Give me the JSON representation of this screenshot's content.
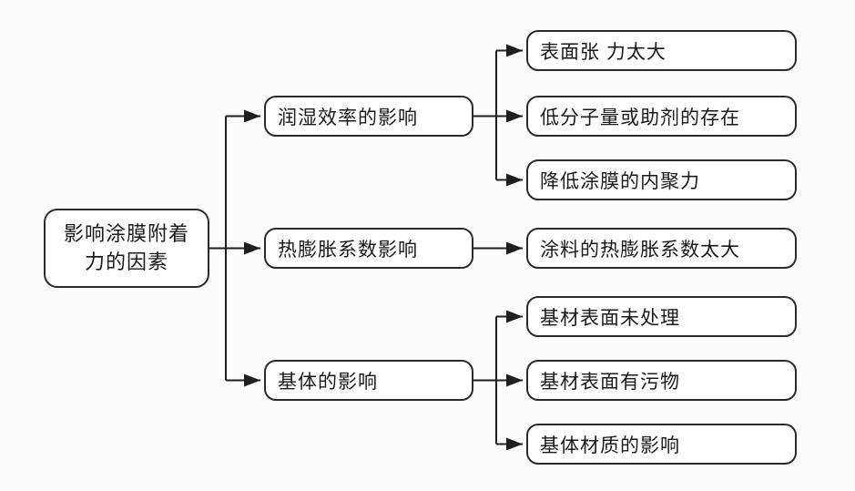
{
  "diagram": {
    "title": "影响涂膜附着力的因素",
    "colors": {
      "line": "#1f1f1f",
      "box_border": "#2b2b2b",
      "box_fill": "#ffffff",
      "text": "#1a1a1a",
      "background": "#fcfcfc"
    },
    "root": {
      "label": "影响涂膜附着\n力的因素"
    },
    "branches": [
      {
        "label": "润湿效率的影响",
        "children": [
          {
            "label": "表面张 力太大"
          },
          {
            "label": "低分子量或助剂的存在"
          },
          {
            "label": "降低涂膜的内聚力"
          }
        ]
      },
      {
        "label": "热膨胀系数影响",
        "children": [
          {
            "label": "涂料的热膨胀系数太大"
          }
        ]
      },
      {
        "label": "基体的影响",
        "children": [
          {
            "label": "基材表面未处理"
          },
          {
            "label": "基材表面有污物"
          },
          {
            "label": "基体材质的影响"
          }
        ]
      }
    ]
  }
}
